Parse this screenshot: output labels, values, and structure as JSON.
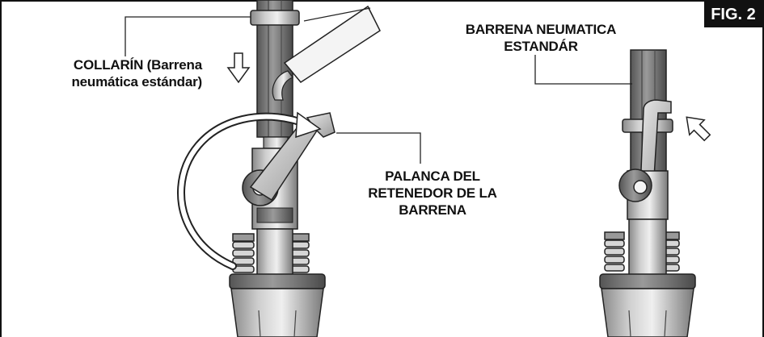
{
  "figure": {
    "tag": "FIG. 2"
  },
  "labels": {
    "collar_line1": "COLLARÍN (Barrena",
    "collar_line2": "neumática estándar)",
    "lever_line1": "PALANCA DEL",
    "lever_line2": "RETENEDOR DE LA",
    "lever_line3": "BARRENA",
    "standard_line1": "BARRENA NEUMATICA",
    "standard_line2": "ESTANDÁR"
  }
}
